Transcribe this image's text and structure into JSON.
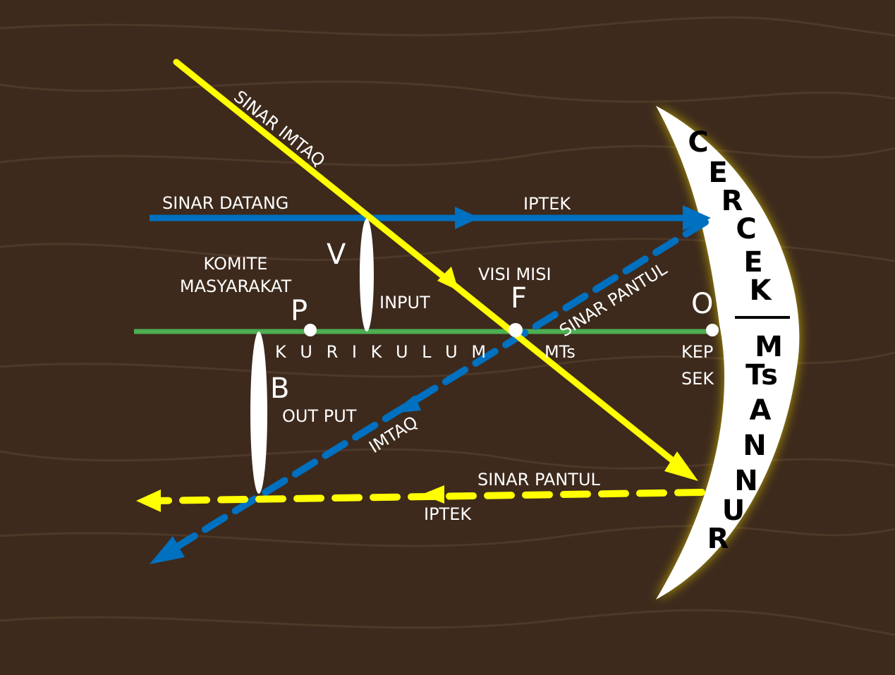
{
  "labels": {
    "sinar_imtaq": "SINAR IMTAQ",
    "sinar_datang": "SINAR DATANG",
    "iptek_top": "IPTEK",
    "komite_1": "KOMITE",
    "komite_2": "MASYARAKAT",
    "v": "V",
    "input": "INPUT",
    "visi_misi": "VISI  MISI",
    "f": "F",
    "sinar_pantul_blue": "SINAR PANTUL",
    "o": "O",
    "p": "P",
    "kurikulum": "K U R I K U L U M",
    "mts": "MTs",
    "kep": "KEP",
    "sek": "SEK",
    "b": "B",
    "output": "OUT PUT",
    "imtaq": "IMTAQ",
    "sinar_pantul_yellow": "SINAR PANTUL",
    "iptek_bottom": "IPTEK"
  },
  "crescent": {
    "top_letters": [
      "C",
      "E",
      "R",
      "C",
      "E",
      "K"
    ],
    "bottom_letters": [
      "M",
      "Ts",
      "A",
      "N",
      "N",
      "U",
      "R"
    ]
  },
  "colors": {
    "yellow_ray": "#ffff00",
    "blue_ray": "#0070c0",
    "axis": "#4caf50",
    "background": "#3d2a1c"
  }
}
